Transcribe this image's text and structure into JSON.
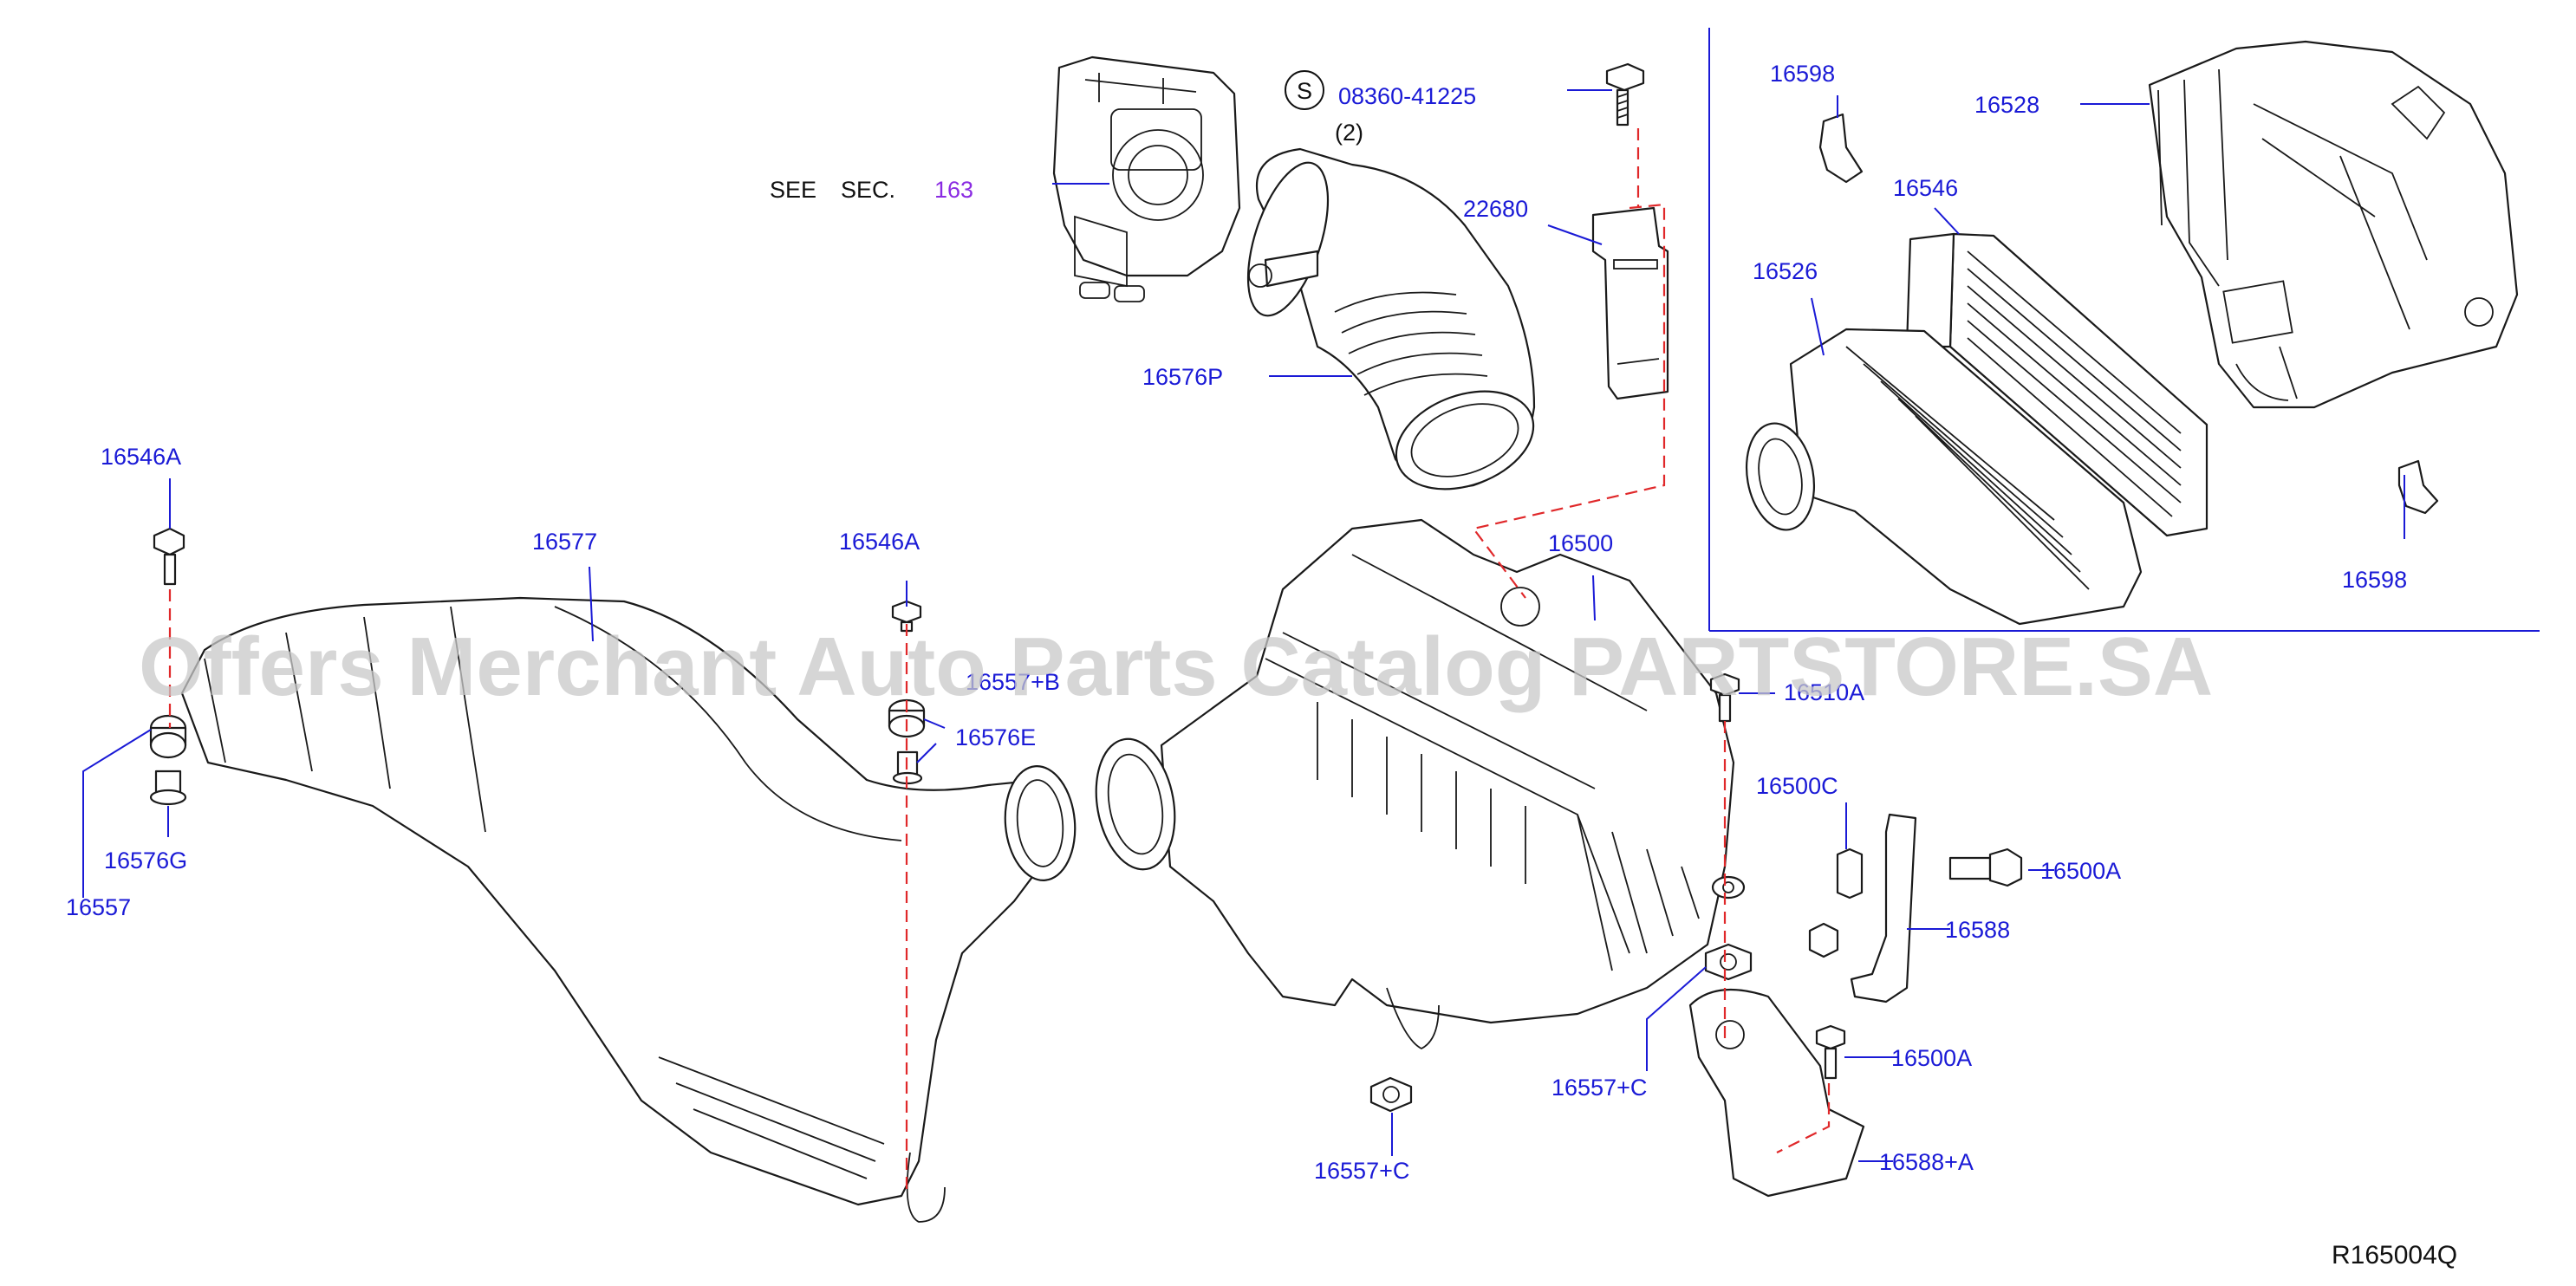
{
  "diagram": {
    "reference_code": "R165004Q",
    "watermark": "Offers Merchant Auto Parts Catalog PARTSTORE.SA",
    "see_section": {
      "prefix": "SEE",
      "sec": "SEC.",
      "number": "163"
    },
    "service_part": {
      "symbol": "S",
      "number": "08360-41225",
      "qty": "(2)"
    },
    "callouts": [
      "16598",
      "16528",
      "16546",
      "16526",
      "16598",
      "22680",
      "16576P",
      "16546A",
      "16577",
      "16546A",
      "16557+B",
      "16576E",
      "16500",
      "16510A",
      "16500C",
      "16500A",
      "16588",
      "16500A",
      "16557+C",
      "16557+C",
      "16588+A",
      "16576G",
      "16557"
    ]
  }
}
